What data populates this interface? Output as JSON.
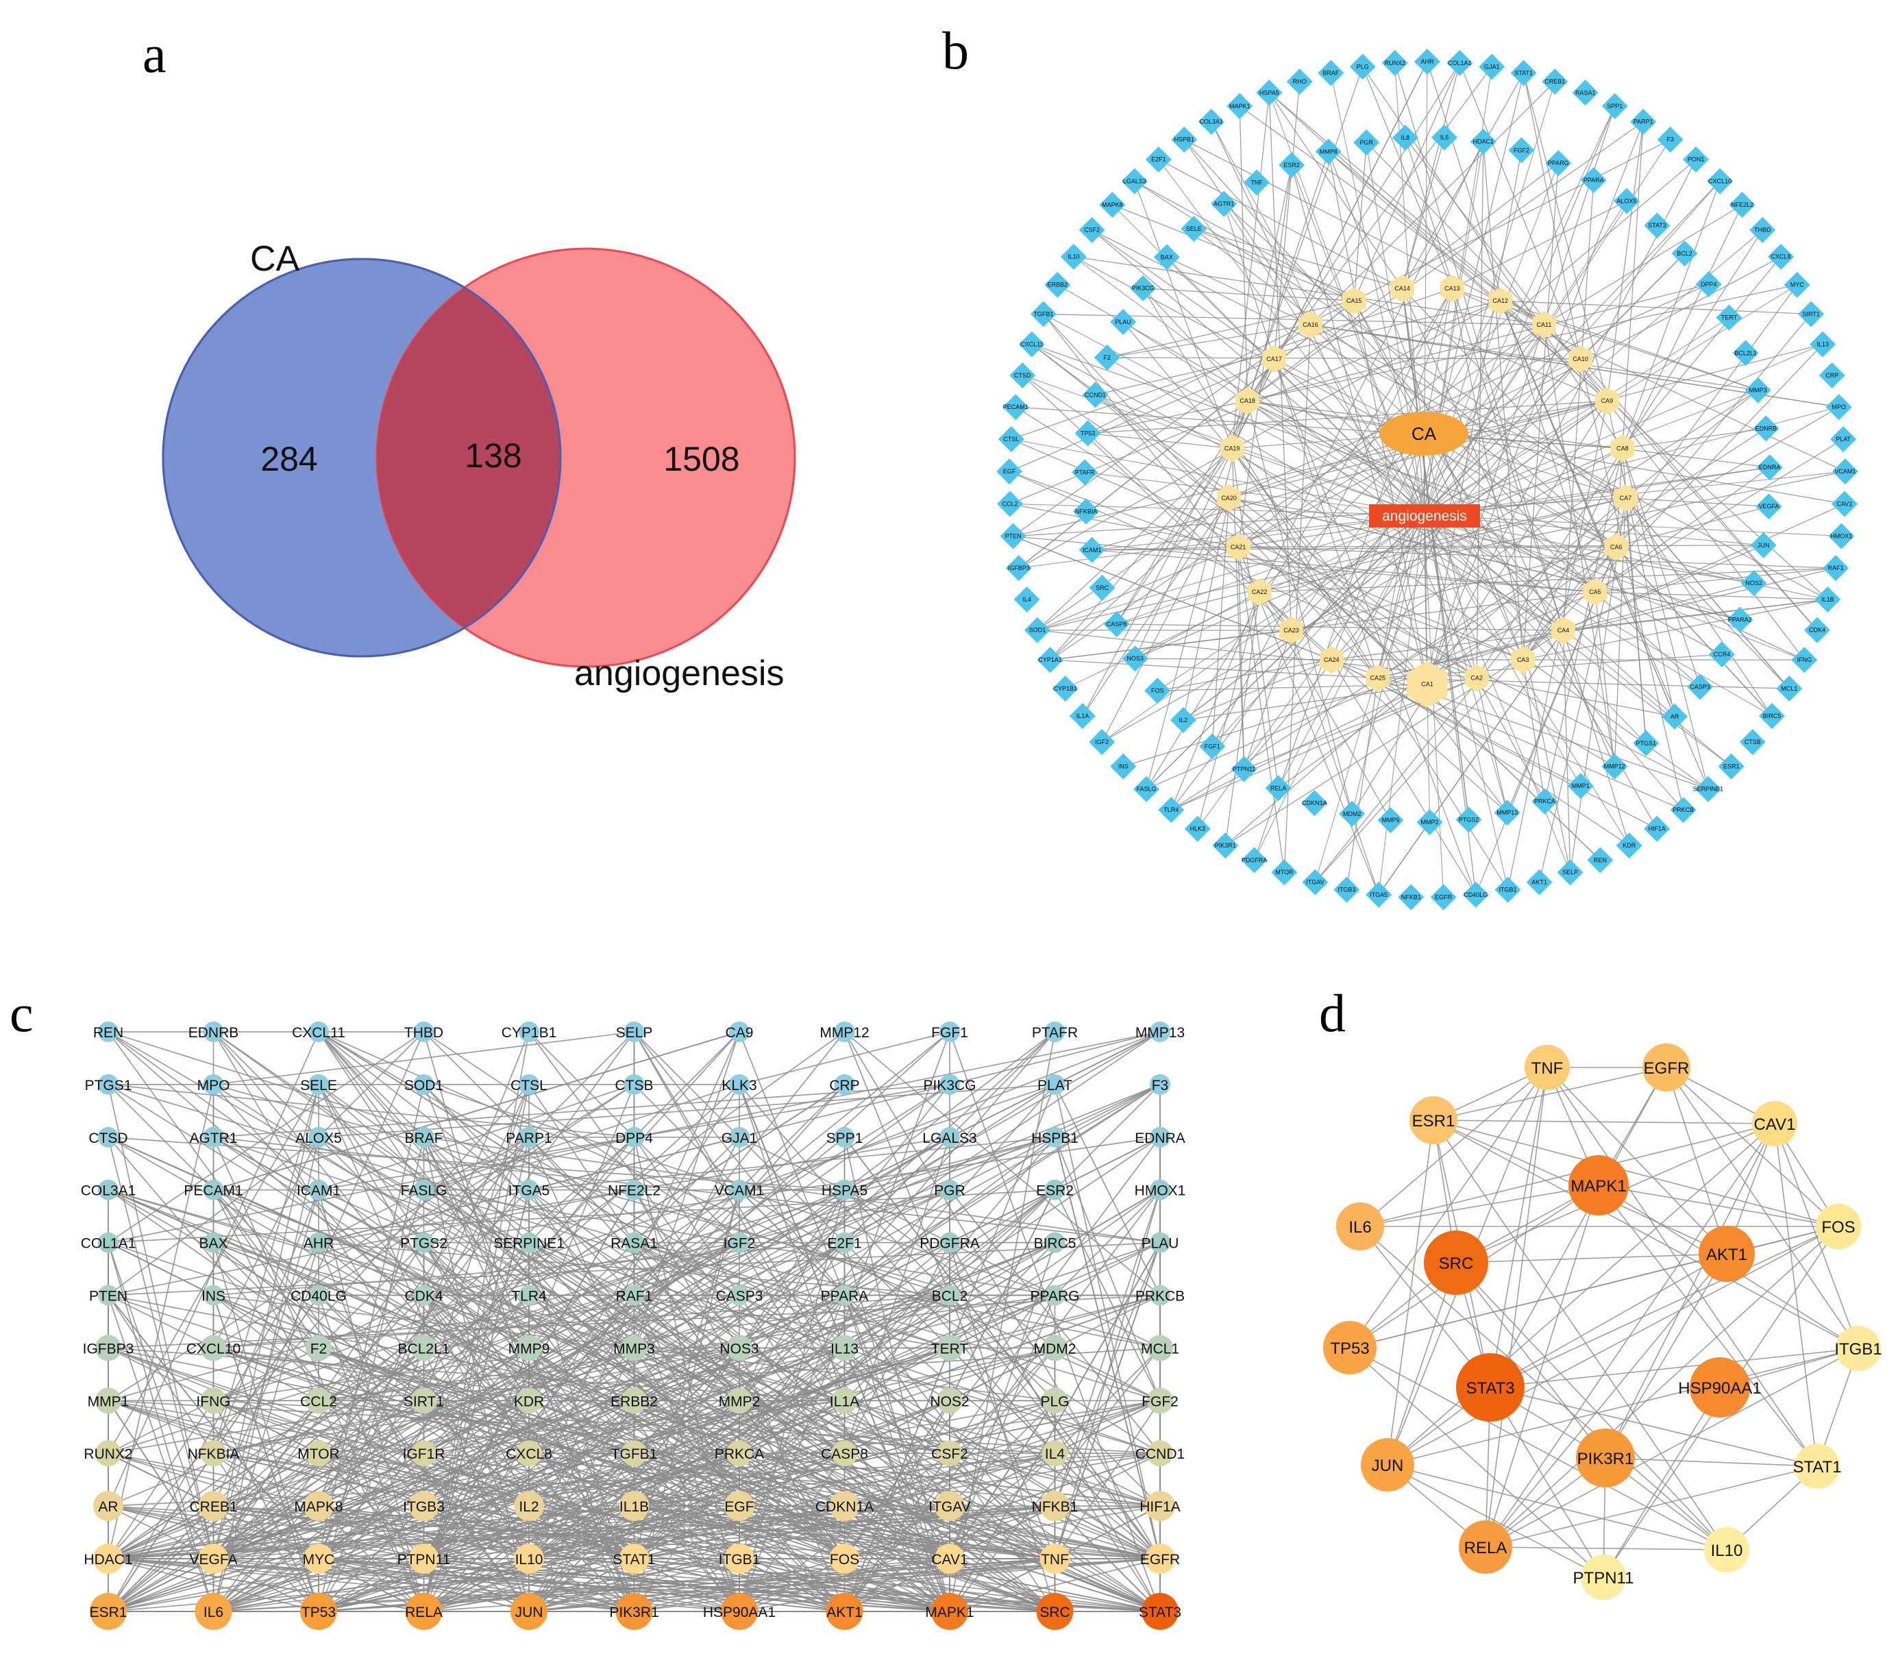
{
  "panel_letters": {
    "a": "a",
    "b": "b",
    "c": "c",
    "d": "d"
  },
  "venn": {
    "set_a_label": "CA",
    "set_b_label": "angiogenesis",
    "only_a": "284",
    "overlap": "138",
    "only_b": "1508",
    "colors": {
      "set_a": "#5b75c4",
      "set_b": "#f65e66",
      "overlap": "#b8455e"
    }
  },
  "network_b": {
    "center_nodes": [
      "CA",
      "angiogenesis"
    ],
    "compound_nodes": [
      "CA1",
      "CA2",
      "CA3",
      "CA4",
      "CA5",
      "CA6",
      "CA7",
      "CA8",
      "CA9",
      "CA10",
      "CA11",
      "CA12",
      "CA13",
      "CA14",
      "CA15",
      "CA16",
      "CA17",
      "CA18",
      "CA19",
      "CA20",
      "CA21",
      "CA22",
      "CA23",
      "CA24",
      "CA25"
    ],
    "target_outer": [
      "AHR",
      "COL1A1",
      "GJA1",
      "STAT1",
      "CREB1",
      "RASA1",
      "SPP1",
      "PARP1",
      "F3",
      "PON1",
      "CXCL10",
      "NFE2L2",
      "THBD",
      "CXCL8",
      "MYC",
      "SIRT1",
      "IL13",
      "CRP",
      "MPO",
      "PLAT",
      "VCAM1",
      "CAV1",
      "HMOX1",
      "RAF1",
      "IL1B",
      "CDK4",
      "IFNG",
      "MCL1",
      "BIRC5",
      "CTSB",
      "ESR1",
      "SERPINE1",
      "PRKCB",
      "HIF1A",
      "KDR",
      "REN",
      "SELP",
      "AKT1",
      "ITGB1",
      "CD40LG",
      "EGFR",
      "NFKB1",
      "ITGA5",
      "ITGB3",
      "ITGAV",
      "MTOR",
      "PDGFRA",
      "PIK3R1",
      "HLK3",
      "TLR4",
      "FASLG",
      "INS",
      "IGF2",
      "IL1A",
      "CYP1B1",
      "CYP1A1",
      "SOD1",
      "IL4",
      "IGFBP3",
      "PTEN",
      "CCL2",
      "EGF",
      "CTSL",
      "PECAM1",
      "CTSD",
      "CXCL11",
      "TGFB1",
      "ERBB2",
      "IL10",
      "CSF2",
      "MAPK8",
      "LGALS3",
      "E2F1",
      "HSPB1",
      "COL3A1",
      "MAPK1",
      "HSPA5",
      "RHO",
      "BRAF",
      "PLG",
      "RUNX2"
    ],
    "target_inner": [
      "IL6",
      "HDAC1",
      "FGF2",
      "PPARG",
      "PPARA",
      "ALOX5",
      "STAT3",
      "BCL2",
      "DPP4",
      "TERT",
      "BCL2L1",
      "MMP3",
      "EDNRB",
      "EDNRA",
      "VEGFA",
      "JUN",
      "NOS2",
      "PPARA2",
      "CCR4",
      "CASP3",
      "AR",
      "PTGS1",
      "MMP12",
      "MMP1",
      "PRKCA",
      "MMP13",
      "PTGS2",
      "MMP2",
      "MMP9",
      "MDM2",
      "CDKN1A",
      "RELA",
      "PTPN11",
      "FGF1",
      "IL2",
      "FOS",
      "NOS3",
      "CASP8",
      "SRC",
      "ICAM1",
      "NFKBIA",
      "PTAFR",
      "TP53",
      "CCND1",
      "F2",
      "PLAU",
      "PIK3CG",
      "BAX",
      "SELE",
      "AGTR1",
      "TNF",
      "ESR2",
      "MMP8",
      "PGR",
      "IL8"
    ],
    "colors": {
      "target": "#4dc4ec",
      "compound": "#fbe29a",
      "ca_center": "#f6a53c",
      "angio_center": "#ee4a24",
      "edge": "#8a8a8a"
    }
  },
  "grid_c": {
    "rows": [
      [
        "REN",
        "EDNRB",
        "CXCL11",
        "THBD",
        "CYP1B1",
        "SELP",
        "CA9",
        "MMP12",
        "FGF1",
        "PTAFR",
        "MMP13"
      ],
      [
        "PTGS1",
        "MPO",
        "SELE",
        "SOD1",
        "CTSL",
        "CTSB",
        "KLK3",
        "CRP",
        "PIK3CG",
        "PLAT",
        "F3"
      ],
      [
        "CTSD",
        "AGTR1",
        "ALOX5",
        "BRAF",
        "PARP1",
        "DPP4",
        "GJA1",
        "SPP1",
        "LGALS3",
        "HSPB1",
        "EDNRA"
      ],
      [
        "COL3A1",
        "PECAM1",
        "ICAM1",
        "FASLG",
        "ITGA5",
        "NFE2L2",
        "VCAM1",
        "HSPA5",
        "PGR",
        "ESR2",
        "HMOX1"
      ],
      [
        "COL1A1",
        "BAX",
        "AHR",
        "PTGS2",
        "SERPINE1",
        "RASA1",
        "IGF2",
        "E2F1",
        "PDGFRA",
        "BIRC5",
        "PLAU"
      ],
      [
        "PTEN",
        "INS",
        "CD40LG",
        "CDK4",
        "TLR4",
        "RAF1",
        "CASP3",
        "PPARA",
        "BCL2",
        "PPARG",
        "PRKCB"
      ],
      [
        "IGFBP3",
        "CXCL10",
        "F2",
        "BCL2L1",
        "MMP9",
        "MMP3",
        "NOS3",
        "IL13",
        "TERT",
        "MDM2",
        "MCL1"
      ],
      [
        "MMP1",
        "IFNG",
        "CCL2",
        "SIRT1",
        "KDR",
        "ERBB2",
        "MMP2",
        "IL1A",
        "NOS2",
        "PLG",
        "FGF2"
      ],
      [
        "RUNX2",
        "NFKBIA",
        "MTOR",
        "IGF1R",
        "CXCL8",
        "TGFB1",
        "PRKCA",
        "CASP8",
        "CSF2",
        "IL4",
        "CCND1"
      ],
      [
        "AR",
        "CREB1",
        "MAPK8",
        "ITGB3",
        "IL2",
        "IL1B",
        "EGF",
        "CDKN1A",
        "ITGAV",
        "NFKB1",
        "HIF1A"
      ],
      [
        "HDAC1",
        "VEGFA",
        "MYC",
        "PTPN11",
        "IL10",
        "STAT1",
        "ITGB1",
        "FOS",
        "CAV1",
        "TNF",
        "EGFR"
      ],
      [
        "ESR1",
        "IL6",
        "TP53",
        "RELA",
        "JUN",
        "PIK3R1",
        "HSP90AA1",
        "AKT1",
        "MAPK1",
        "SRC",
        "STAT3"
      ]
    ],
    "row_colors": [
      "#8fcde0",
      "#8fcde0",
      "#93cdd8",
      "#98ccd0",
      "#a1cdc7",
      "#acd0c3",
      "#b8d1bb",
      "#c8d3b0",
      "#d8d5a3",
      "#ead497",
      "#fcd88c",
      "#f5a33e"
    ],
    "last_row_colors": [
      "#f7a948",
      "#f7a948",
      "#f59e3a",
      "#f59e3a",
      "#f59e3a",
      "#f49435",
      "#f49435",
      "#f48a2e",
      "#f27a1f",
      "#ef6a12",
      "#ec600c"
    ],
    "edge_color": "#8c8c8c"
  },
  "network_d": {
    "nodes": [
      {
        "label": "TNF",
        "color": "#fccd79"
      },
      {
        "label": "EGFR",
        "color": "#fbbd62"
      },
      {
        "label": "ESR1",
        "color": "#fbc36c"
      },
      {
        "label": "CAV1",
        "color": "#fddc84"
      },
      {
        "label": "IL6",
        "color": "#fab358"
      },
      {
        "label": "MAPK1",
        "color": "#f47c24"
      },
      {
        "label": "FOS",
        "color": "#fee793"
      },
      {
        "label": "SRC",
        "color": "#f06a12"
      },
      {
        "label": "AKT1",
        "color": "#f58b2e"
      },
      {
        "label": "TP53",
        "color": "#f9a445"
      },
      {
        "label": "ITGB1",
        "color": "#feea9c"
      },
      {
        "label": "STAT3",
        "color": "#ef620e"
      },
      {
        "label": "HSP90AA1",
        "color": "#f58a2e"
      },
      {
        "label": "JUN",
        "color": "#f9a445"
      },
      {
        "label": "PIK3R1",
        "color": "#f7993a"
      },
      {
        "label": "STAT1",
        "color": "#feea9c"
      },
      {
        "label": "RELA",
        "color": "#f79c3e"
      },
      {
        "label": "IL10",
        "color": "#feec9f"
      },
      {
        "label": "PTPN11",
        "color": "#feed9f"
      }
    ],
    "edge_color": "#8f8f8f"
  }
}
